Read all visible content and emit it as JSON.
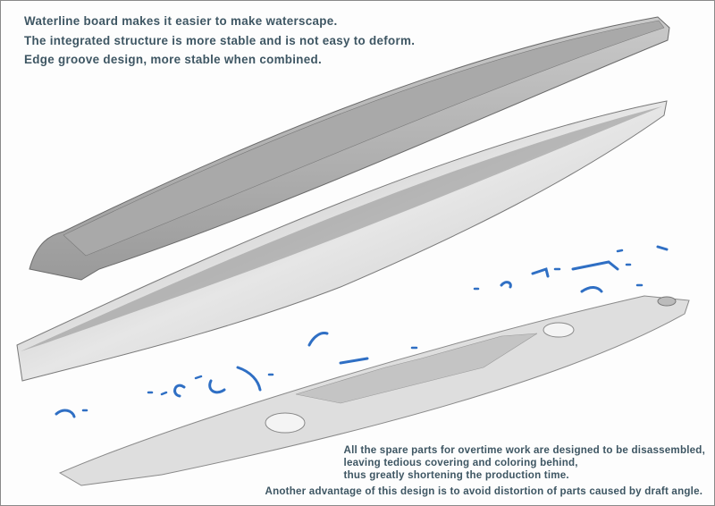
{
  "headline_lines": [
    "Waterline board makes it easier to make waterscape.",
    "The integrated structure is more stable and is not easy to deform.",
    "Edge groove design, more stable when combined."
  ],
  "footnote": {
    "paragraph_lines": [
      "All the spare parts for overtime work are designed to be disassembled,",
      "leaving tedious covering and coloring behind,",
      "thus greatly shortening the production time."
    ],
    "closing_line": "Another advantage of this design is to avoid distortion of parts caused by draft angle."
  },
  "colors": {
    "text": "#3e5663",
    "hull": "#b9b9b9",
    "deck": "#d9d9d9",
    "parts": "#2f6fc4"
  }
}
